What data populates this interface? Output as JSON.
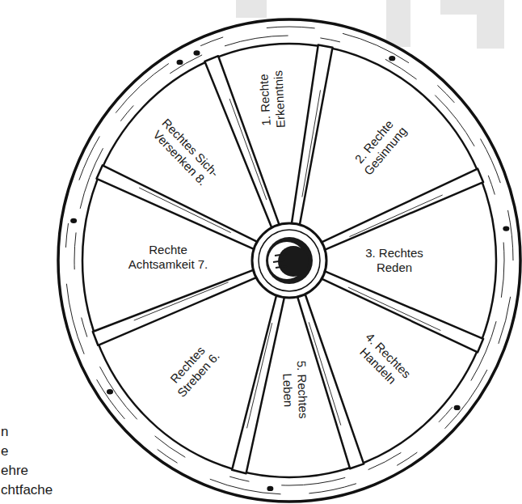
{
  "diagram": {
    "labels": [
      "1. Rechte Erkenntnis",
      "2. Rechte Gesinnung",
      "3. Rechtes Reden",
      "4. Rechtes Handeln",
      "5. Rechtes Leben",
      "Rechtes Streben 6.",
      "Rechte Achtsamkeit 7.",
      "Rechtes Sich- Versenken 8.",
      "n",
      "e",
      "ehre",
      "chtfache"
    ]
  }
}
